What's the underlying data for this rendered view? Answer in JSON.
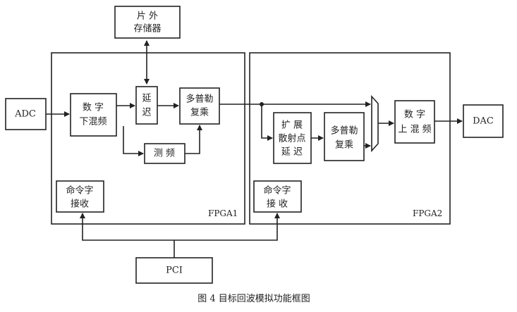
{
  "nodes": {
    "ext_memory": [
      "片 外",
      "存储器"
    ],
    "adc": "ADC",
    "ddc": [
      "数 字",
      "下混频"
    ],
    "delay": [
      "延",
      "迟"
    ],
    "doppler1": [
      "多普勒",
      "复乘"
    ],
    "freq_measure": "测 频",
    "cmd1": [
      "命令字",
      "接收"
    ],
    "fpga1_label": "FPGA1",
    "spread_delay": [
      "扩 展",
      "散射点",
      "延 迟"
    ],
    "doppler2": [
      "多普勒",
      "复乘"
    ],
    "duc": [
      "数 字",
      "上 混 频"
    ],
    "dac": "DAC",
    "cmd2": [
      "命令字",
      "接 收"
    ],
    "fpga2_label": "FPGA2",
    "pci": "PCI"
  },
  "caption": "图 4  目标回波模拟功能框图",
  "colors": {
    "stroke": "#222222",
    "background": "#ffffff"
  }
}
